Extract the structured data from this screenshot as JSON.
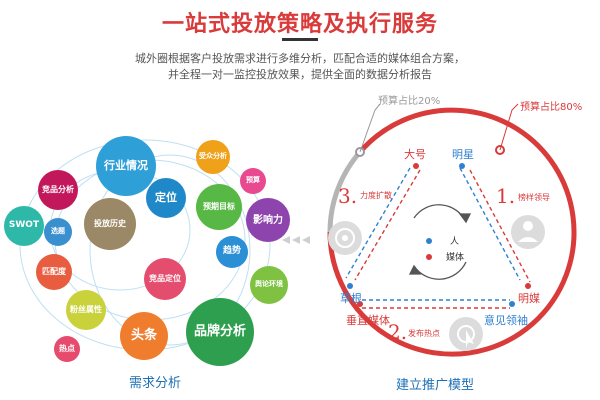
{
  "header": {
    "title": "一站式投放策略及执行服务",
    "desc_line1": "城外圈根据客户投放需求进行多维分析，匹配合适的媒体组合方案，",
    "desc_line2": "并全程一对一监控投放效果，提供全面的数据分析报告"
  },
  "left": {
    "caption": "需求分析",
    "bubbles": [
      {
        "label": "行业情况",
        "color": "#2f9fd8"
      },
      {
        "label": "受众分析",
        "color": "#f0a11a"
      },
      {
        "label": "预算",
        "color": "#e94a8f"
      },
      {
        "label": "竞品分析",
        "color": "#c2185b"
      },
      {
        "label": "定位",
        "color": "#1e88c8"
      },
      {
        "label": "预期目标",
        "color": "#58b845"
      },
      {
        "label": "影响力",
        "color": "#8e44ad"
      },
      {
        "label": "SWOT",
        "color": "#2db8a8"
      },
      {
        "label": "投放历史",
        "color": "#9b8866"
      },
      {
        "label": "选题",
        "color": "#3a8fce"
      },
      {
        "label": "趋势",
        "color": "#2b8fd6"
      },
      {
        "label": "匹配度",
        "color": "#e85d3f"
      },
      {
        "label": "竞品定位",
        "color": "#e44d6e"
      },
      {
        "label": "舆论环境",
        "color": "#7fc241"
      },
      {
        "label": "粉丝属性",
        "color": "#c9d23a"
      },
      {
        "label": "头条",
        "color": "#f07d2d"
      },
      {
        "label": "品牌分析",
        "color": "#2e9f4f"
      },
      {
        "label": "热点",
        "color": "#e64a6d"
      }
    ]
  },
  "right": {
    "caption": "建立推广模型",
    "budget_low": "预算占比20%",
    "budget_high": "预算占比80%",
    "nodes": {
      "big": "大号",
      "star": "明星",
      "grass": "草根",
      "media": "明媒",
      "vertical": "垂直媒体",
      "leader": "意见领袖"
    },
    "steps": [
      {
        "num": "1.",
        "label": "榜样领导"
      },
      {
        "num": "2.",
        "label": "发布热点"
      },
      {
        "num": "3.",
        "label": "力度扩散"
      }
    ],
    "legend": [
      {
        "label": "人",
        "color": "#2f80d0"
      },
      {
        "label": "媒体",
        "color": "#d93a3a"
      }
    ]
  }
}
